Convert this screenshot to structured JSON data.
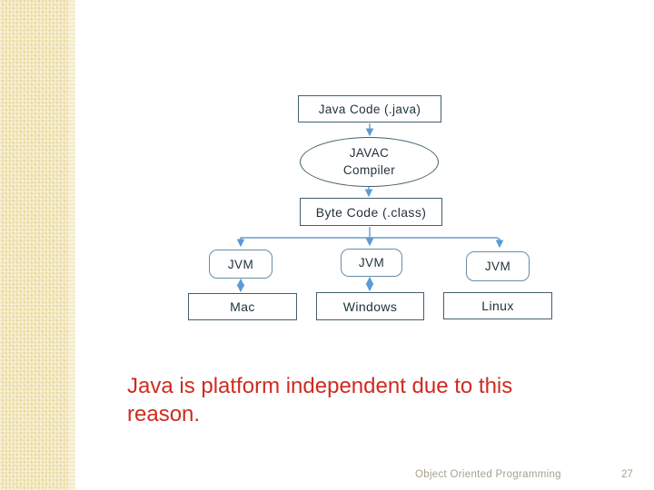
{
  "slide_background": "#FFFFFF",
  "side_band": {
    "base_color": "#EDDFA8",
    "weave_color": "#F6EECF",
    "edge_color": "#F5ECCA"
  },
  "diagram": {
    "java_code": "Java Code (.java)",
    "javac_line1": "JAVAC",
    "javac_line2": "Compiler",
    "byte_code": "Byte Code (.class)",
    "jvm_left": "JVM",
    "jvm_center": "JVM",
    "jvm_right": "JVM",
    "mac": "Mac",
    "windows": "Windows",
    "linux": "Linux",
    "connector_color": "#6F9CC6",
    "arrowhead_color": "#5B9BD5",
    "box_border_color": "#44606C",
    "jvm_border_color": "#698CA6",
    "text_color": "#1F3038"
  },
  "caption": {
    "text": "Java is platform independent due to this reason.",
    "color": "#CF2B21"
  },
  "footer": {
    "title": "Object Oriented Programming",
    "page_number": "27",
    "color": "#A6A28F"
  }
}
